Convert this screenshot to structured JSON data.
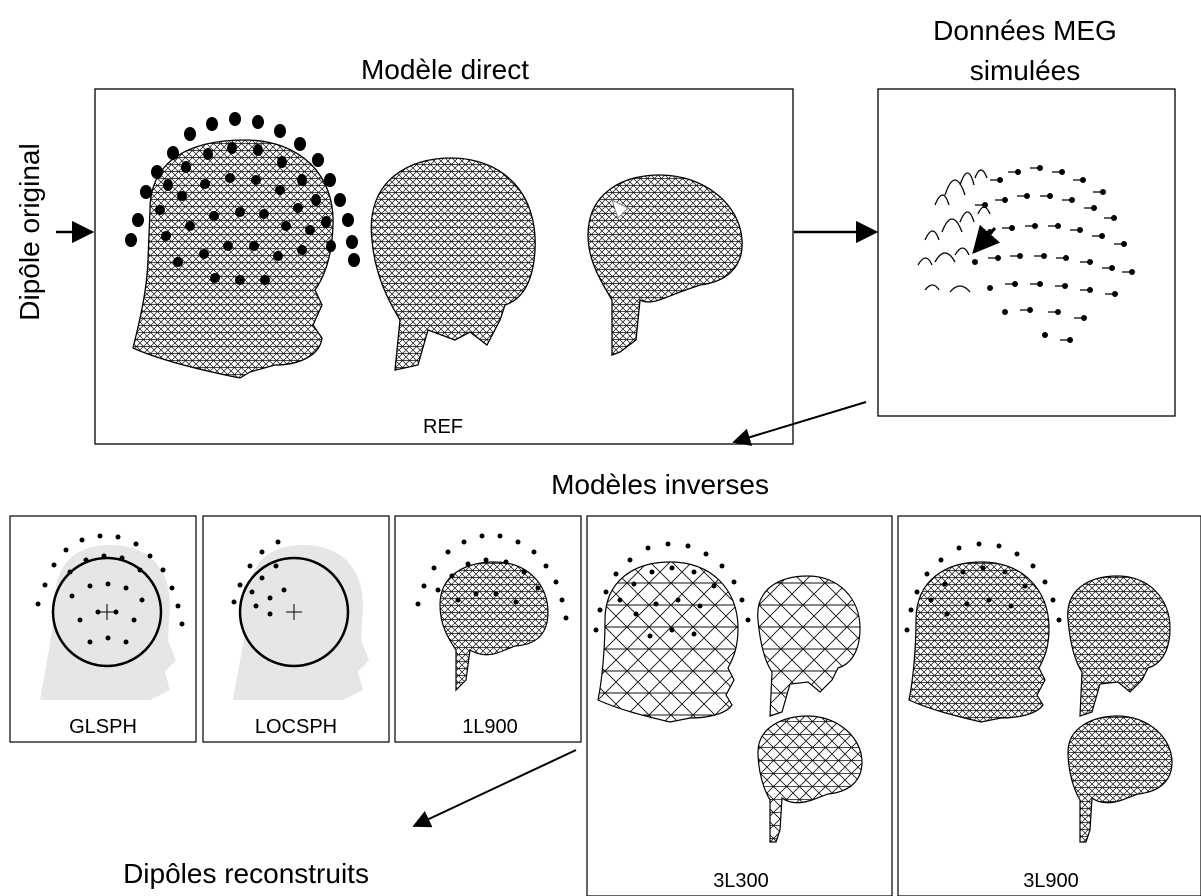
{
  "top": {
    "forward_title": "Modèle direct",
    "meg_title_line1": "Données MEG",
    "meg_title_line2": "simulées",
    "original_dipole_label": "Dipôle original",
    "ref_label": "REF"
  },
  "inverse": {
    "title": "Modèles inverses",
    "panels": [
      {
        "label": "GLSPH"
      },
      {
        "label": "LOCSPH"
      },
      {
        "label": "1L900"
      },
      {
        "label": "3L300"
      },
      {
        "label": "3L900"
      }
    ]
  },
  "bottom": {
    "reconstructed_label": "Dipôles reconstruits"
  }
}
